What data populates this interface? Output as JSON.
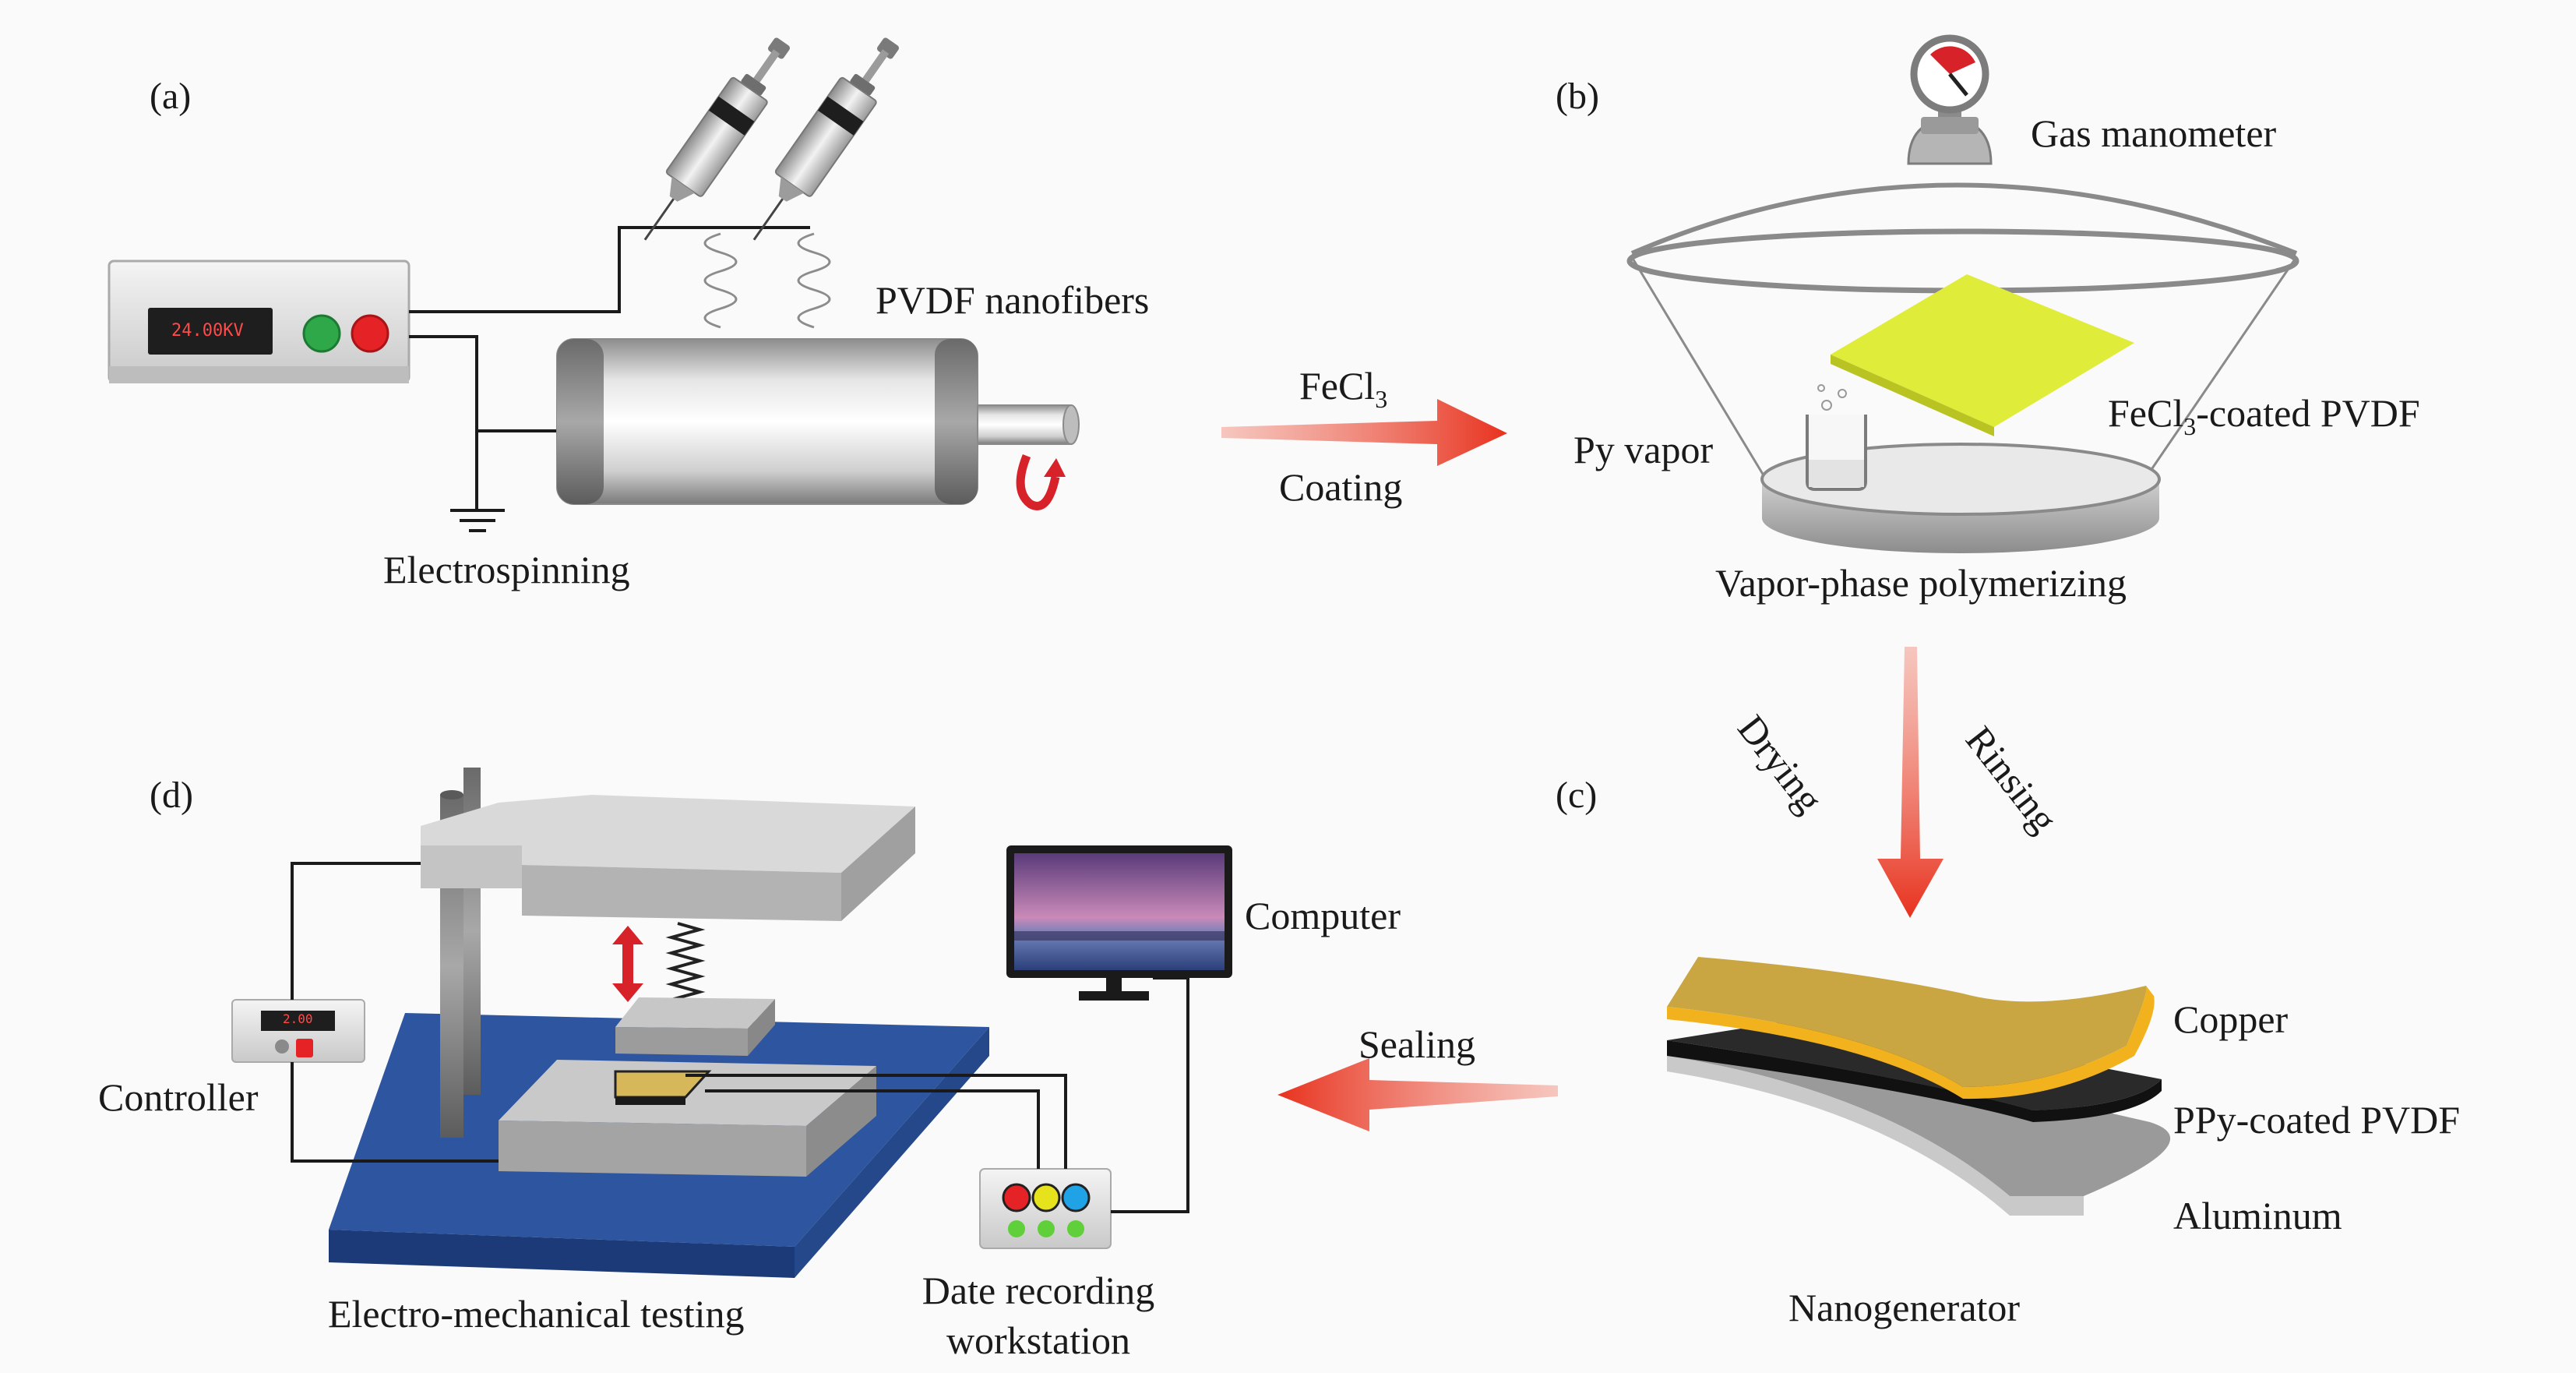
{
  "panels": {
    "a": {
      "letter": "(a)",
      "caption": "Electrospinning",
      "fiber_label": "PVDF nanofibers",
      "voltage_display": "24.00KV"
    },
    "b": {
      "letter": "(b)",
      "caption": "Vapor-phase polymerizing",
      "manometer_label": "Gas manometer",
      "vapor_label": "Py vapor",
      "film_label_pre": "FeCl",
      "film_label_sub": "3",
      "film_label_post": "-coated PVDF"
    },
    "c": {
      "letter": "(c)",
      "caption": "Nanogenerator",
      "layers": [
        "Copper",
        "PPy-coated PVDF",
        "Aluminum"
      ]
    },
    "d": {
      "letter": "(d)",
      "caption": "Electro-mechanical testing",
      "computer_label": "Computer",
      "controller_label": "Controller",
      "controller_display": "2.00",
      "workstation_line1": "Date recording",
      "workstation_line2": "workstation"
    }
  },
  "arrows": {
    "a_to_b": {
      "top_pre": "FeCl",
      "top_sub": "3",
      "bottom": "Coating"
    },
    "b_to_c": {
      "left": "Drying",
      "right": "Rinsing"
    },
    "c_to_d": {
      "label": "Sealing"
    }
  },
  "colors": {
    "arrow_red": "#e8321e",
    "film_yellow": "#e0ec3a",
    "copper": "#e9b52a",
    "ppy_black": "#2a2a2a",
    "aluminum": "#9a9a9a",
    "base_blue": "#2d55a0"
  }
}
